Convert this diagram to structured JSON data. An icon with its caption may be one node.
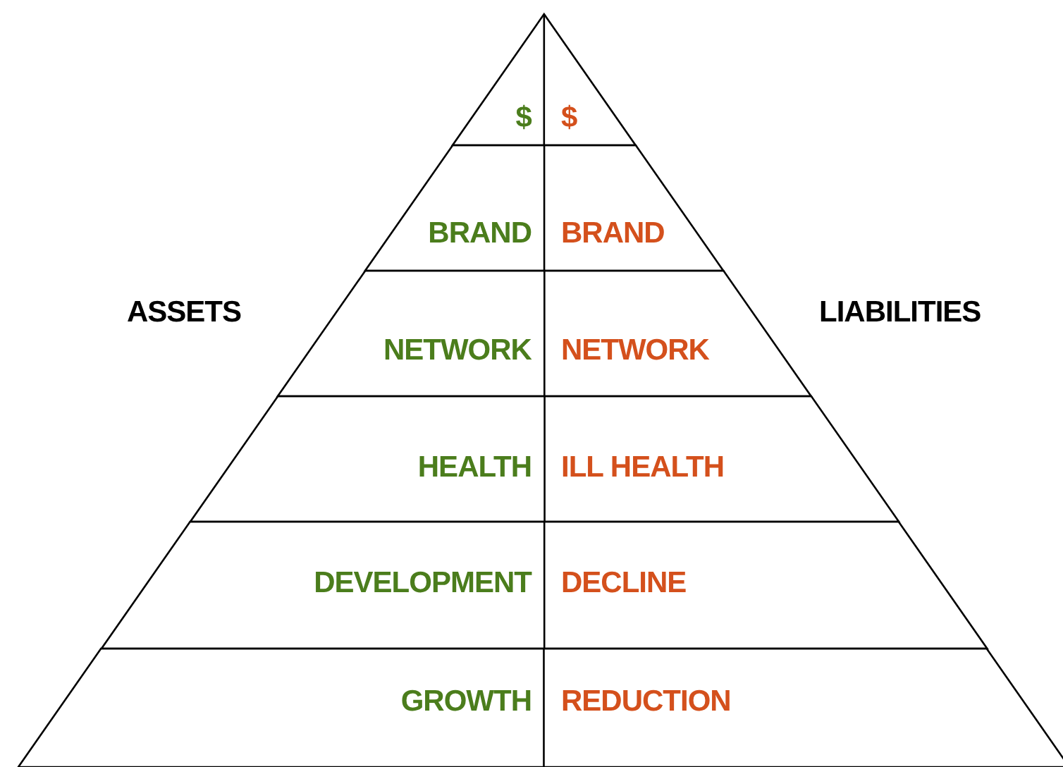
{
  "diagram": {
    "nodes": [
      {
        "text": [
          "$",
          "$"
        ]
      },
      {
        "text": [
          "BRAND",
          "BRAND"
        ]
      },
      {
        "text": [
          "NETWORK",
          "NETWORK"
        ]
      },
      {
        "text": [
          "HEALTH",
          "ILL HEALTH"
        ]
      },
      {
        "text": [
          "DEVELOPMENT",
          "DECLINE"
        ]
      },
      {
        "text": [
          "GROWTH",
          "REDUCTION"
        ]
      }
    ],
    "labels": [
      "ASSETS",
      "LIABILITIES"
    ]
  }
}
